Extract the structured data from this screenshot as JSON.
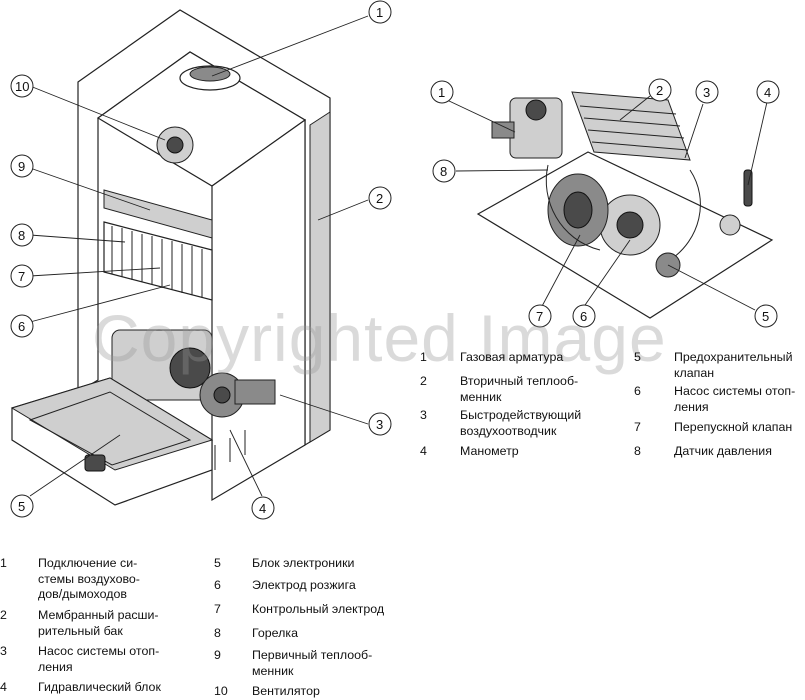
{
  "watermark": "Copyrighted Image",
  "left_figure_callouts": [
    "1",
    "2",
    "3",
    "4",
    "5",
    "6",
    "7",
    "8",
    "9",
    "10"
  ],
  "right_figure_callouts": [
    "1",
    "2",
    "3",
    "4",
    "5",
    "6",
    "7",
    "8"
  ],
  "right_legend": [
    {
      "num": "1",
      "text": "Газовая арматура"
    },
    {
      "num": "2",
      "text": "Вторичный теплооб-\nменник"
    },
    {
      "num": "3",
      "text": "Быстродействующий\nвоздухоотводчик"
    },
    {
      "num": "4",
      "text": "Манометр"
    },
    {
      "num": "5",
      "text": "Предохранительный\nклапан"
    },
    {
      "num": "6",
      "text": "Насос системы отоп-\nления"
    },
    {
      "num": "7",
      "text": "Перепускной клапан"
    },
    {
      "num": "8",
      "text": "Датчик давления"
    }
  ],
  "bottom_legend": [
    {
      "num": "1",
      "text": "Подключение си-\nстемы воздухово-\nдов/дымоходов"
    },
    {
      "num": "2",
      "text": "Мембранный расши-\nрительный бак"
    },
    {
      "num": "3",
      "text": "Насос системы отоп-\nления"
    },
    {
      "num": "4",
      "text": "Гидравлический блок"
    },
    {
      "num": "5",
      "text": "Блок электроники"
    },
    {
      "num": "6",
      "text": "Электрод розжига"
    },
    {
      "num": "7",
      "text": "Контрольный электрод"
    },
    {
      "num": "8",
      "text": "Горелка"
    },
    {
      "num": "9",
      "text": "Первичный теплооб-\nменник"
    },
    {
      "num": "10",
      "text": "Вентилятор"
    }
  ]
}
